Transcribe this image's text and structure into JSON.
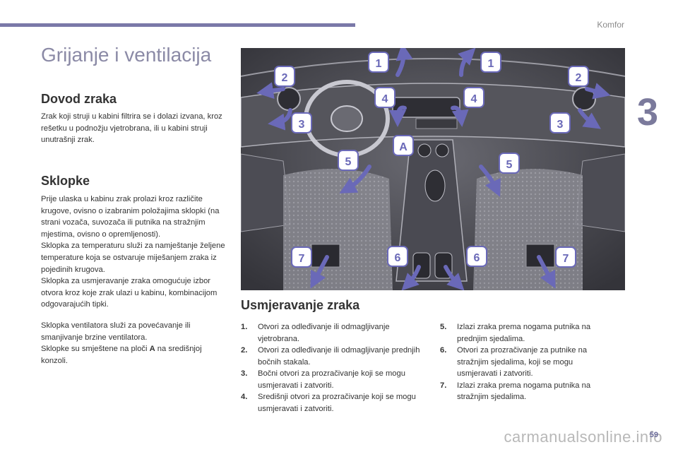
{
  "header": {
    "section": "Komfor",
    "chapter": "3"
  },
  "title": "Grijanje i ventilacija",
  "dovod": {
    "heading": "Dovod zraka",
    "text": "Zrak koji struji u kabini filtrira se i dolazi izvana, kroz rešetku u podnožju vjetrobrana, ili u kabini struji unutrašnji zrak."
  },
  "sklopke": {
    "heading": "Sklopke",
    "p1": "Prije ulaska u kabinu zrak prolazi kroz različite krugove, ovisno o izabranim položajima sklopki (na strani vozača, suvozača ili putnika na stražnjim mjestima, ovisno o opremljenosti).",
    "p2": "Sklopka za temperaturu služi za namještanje željene temperature koja se ostvaruje miješanjem zraka iz pojedinih krugova.",
    "p3": "Sklopka za usmjeravanje zraka omogućuje izbor otvora kroz koje zrak ulazi u kabinu, kombinacijom odgovarajućih tipki.",
    "p4": "Sklopka ventilatora služi za povećavanje ili smanjivanje brzine ventilatora.",
    "p5_pre": "Sklopke su smještene na ploči ",
    "p5_bold": "A",
    "p5_post": " na središnjoj konzoli."
  },
  "usmjeravanje": {
    "heading": "Usmjeravanje zraka",
    "items_left": [
      {
        "num": "1.",
        "text": "Otvori za odleđivanje ili odmagljivanje vjetrobrana."
      },
      {
        "num": "2.",
        "text": "Otvori za odleđivanje ili odmagljivanje prednjih bočnih stakala."
      },
      {
        "num": "3.",
        "text": "Bočni otvori za prozračivanje koji se mogu usmjeravati i zatvoriti."
      },
      {
        "num": "4.",
        "text": "Središnji otvori za prozračivanje koji se mogu usmjeravati i zatvoriti."
      }
    ],
    "items_right": [
      {
        "num": "5.",
        "text": "Izlazi zraka prema nogama putnika na prednjim sjedalima."
      },
      {
        "num": "6.",
        "text": "Otvori za prozračivanje za putnike na stražnjim sjedalima, koji se mogu usmjeravati i zatvoriti."
      },
      {
        "num": "7.",
        "text": "Izlazi zraka prema nogama putnika na stražnjim sjedalima."
      }
    ]
  },
  "diagram": {
    "labels": {
      "n1": "1",
      "n2": "2",
      "n3": "3",
      "n4": "4",
      "n5": "5",
      "n6": "6",
      "n7": "7",
      "a": "A"
    },
    "arrow_color": "#6a69b8"
  },
  "footer": {
    "page": "59",
    "watermark": "carmanualsonline.info"
  }
}
